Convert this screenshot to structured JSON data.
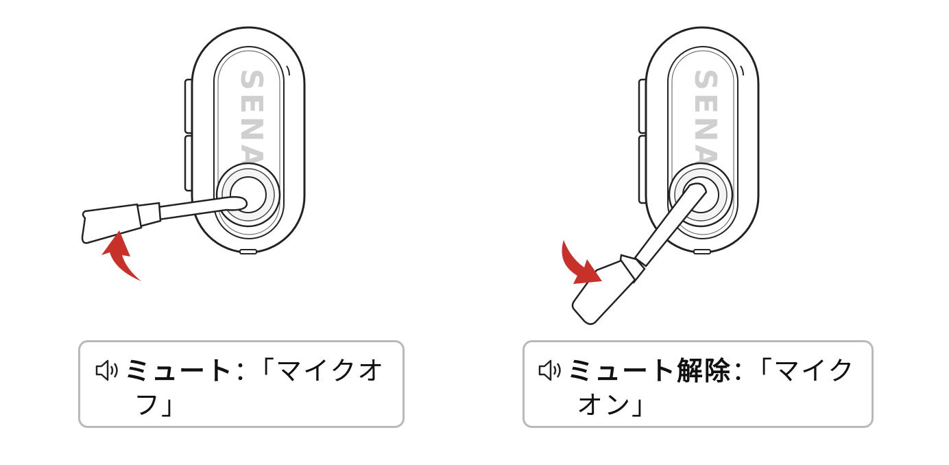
{
  "device": {
    "brand": "SENA"
  },
  "captions": [
    {
      "icon": "speaker-icon",
      "title": "ミュート",
      "sep": "：",
      "line1": "「マイクオ",
      "line2": "フ」"
    },
    {
      "icon": "speaker-icon",
      "title": "ミュート解除",
      "sep": "：",
      "line1": "「マイク",
      "line2": "オン」"
    }
  ],
  "colors": {
    "arrow": "#c8302a",
    "box_border": "#b9b9b9",
    "outline": "#222222",
    "logo": "#cfcfcf"
  }
}
